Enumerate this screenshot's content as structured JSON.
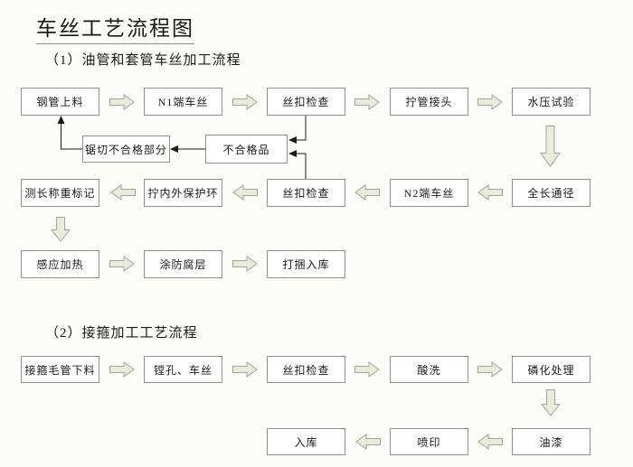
{
  "page": {
    "title": "车丝工艺流程图"
  },
  "colors": {
    "background": "#fcfcf9",
    "box_border": "#8f8f8f",
    "flow_arrow_fill": "#e9ecd8",
    "flow_arrow_stroke": "#a3a39b",
    "connector_line": "#1a1a1a",
    "text": "#1a1a1a"
  },
  "icons": {
    "flow_arrow_right": "⇨",
    "flow_arrow_left": "⇦",
    "flow_arrow_down": "⇩",
    "feedback_arrowhead": "▲"
  },
  "section1": {
    "heading": "（1）油管和套管车丝加工流程",
    "nodes": {
      "steel_pipe_loading": "钢管上料",
      "n1_threading": "N1端车丝",
      "thread_inspection_a": "丝扣检查",
      "pipe_joint_screwing": "拧管接头",
      "hydrostatic_test": "水压试验",
      "saw_defective_part": "锯切不合格部分",
      "defective_product": "不合格品",
      "full_length_drift": "全长通径",
      "n2_threading": "N2端车丝",
      "thread_inspection_b": "丝扣检查",
      "protector_ring_screwing": "拧内外保护环",
      "measure_weigh_mark": "测长称重标记",
      "induction_heating": "感应加热",
      "anticorrosive_coating": "涂防腐层",
      "bundle_and_store": "打捆入库"
    }
  },
  "section2": {
    "heading": "（2）接箍加工工艺流程",
    "nodes": {
      "coupling_blank_cutting": "接箍毛管下料",
      "boring_and_threading": "镗孔、车丝",
      "thread_inspection": "丝扣检查",
      "acid_wash": "酸洗",
      "phosphating": "磷化处理",
      "paint": "油漆",
      "spray_print": "喷印",
      "warehouse": "入库"
    }
  }
}
